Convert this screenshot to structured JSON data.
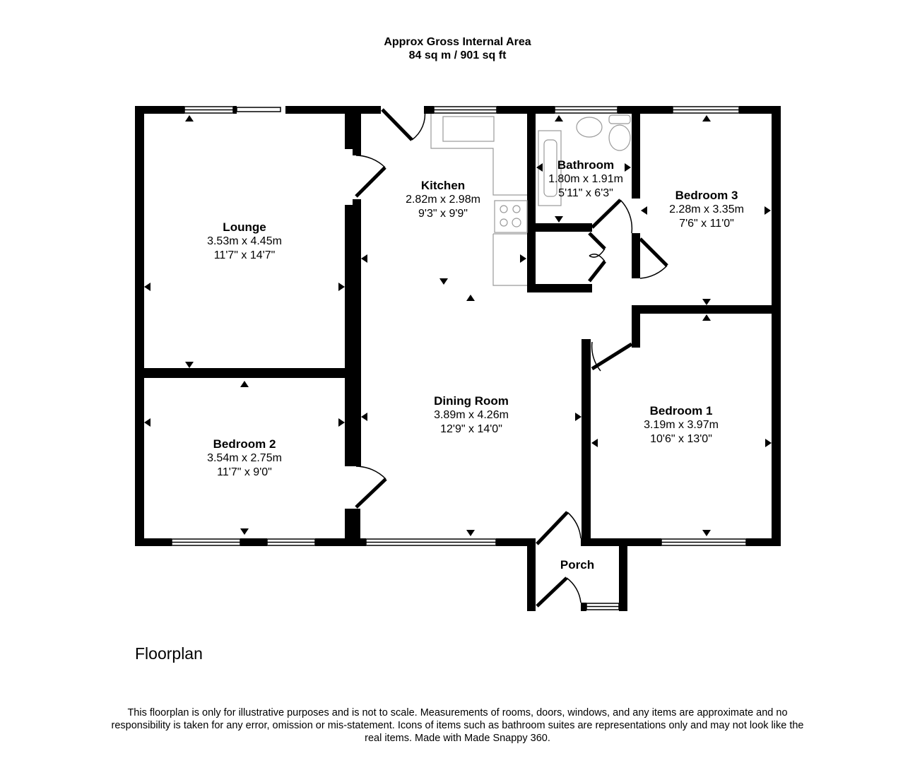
{
  "header": {
    "area_line1": "Approx Gross Internal Area",
    "area_line2": "84 sq m / 901 sq ft"
  },
  "rooms": [
    {
      "name": "Lounge",
      "metric": "3.53m x 4.45m",
      "imperial": "11'7\" x 14'7\""
    },
    {
      "name": "Kitchen",
      "metric": "2.82m x 2.98m",
      "imperial": "9'3\" x 9'9\""
    },
    {
      "name": "Bathroom",
      "metric": "1.80m x 1.91m",
      "imperial": "5'11\" x 6'3\""
    },
    {
      "name": "Bedroom 3",
      "metric": "2.28m x 3.35m",
      "imperial": "7'6\" x 11'0\""
    },
    {
      "name": "Bedroom 2",
      "metric": "3.54m x 2.75m",
      "imperial": "11'7\" x 9'0\""
    },
    {
      "name": "Dining Room",
      "metric": "3.89m x 4.26m",
      "imperial": "12'9\" x 14'0\""
    },
    {
      "name": "Bedroom 1",
      "metric": "3.19m x 3.97m",
      "imperial": "10'6\" x 13'0\""
    },
    {
      "name": "Porch",
      "metric": "",
      "imperial": ""
    }
  ],
  "footer": {
    "caption": "Floorplan",
    "disclaimer": "This floorplan is only for illustrative purposes and is not to scale. Measurements of rooms, doors, windows, and any items are approximate and no responsibility is taken for any error, omission or mis-statement. Icons of items such as bathroom suites are representations only and may not look like the real items. Made with Made Snappy 360."
  },
  "colors": {
    "wall": "#000000",
    "fixture": "#9a9a9a",
    "background": "#ffffff"
  }
}
